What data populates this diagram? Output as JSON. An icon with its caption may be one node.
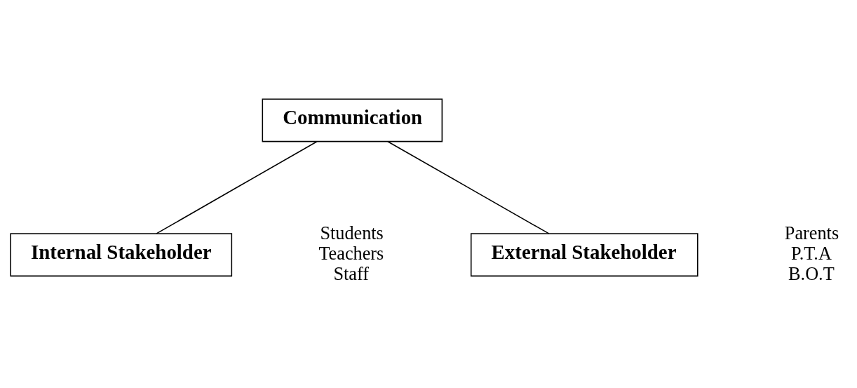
{
  "diagram": {
    "nodes": [
      {
        "text": [
          "Communication"
        ]
      },
      {
        "text": [
          "Internal Stakeholder"
        ],
        "beside": [
          "Students",
          "Teachers",
          "Staff"
        ]
      },
      {
        "text": [
          "External Stakeholder"
        ],
        "beside": [
          "Parents",
          "P.T.A",
          "B.O.T"
        ]
      }
    ],
    "edges": [
      {
        "from": 0,
        "to": 1,
        "arrow": "none"
      },
      {
        "from": 0,
        "to": 2,
        "arrow": "none"
      }
    ]
  }
}
